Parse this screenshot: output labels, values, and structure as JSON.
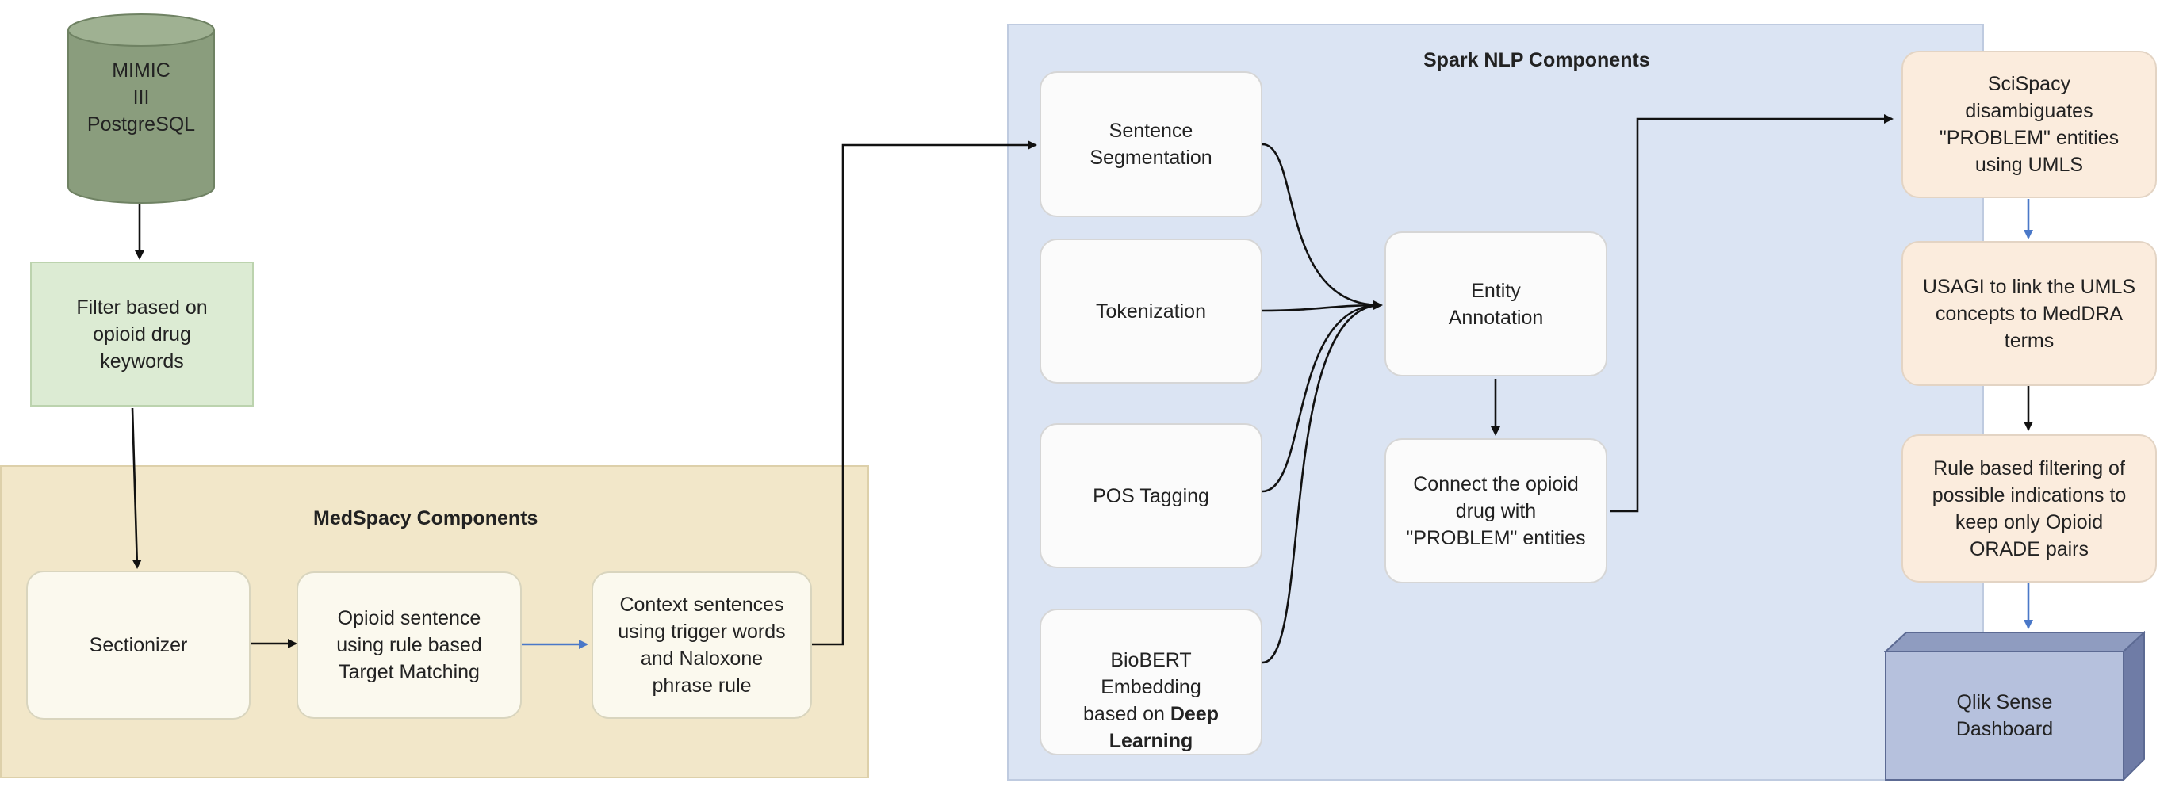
{
  "colors": {
    "medspacy_panel": "#f2e7c9",
    "sparknlp_panel": "#dbe4f3",
    "database": "#8a9d7d",
    "filter_box": "#dcebd3",
    "peach_box": "#fbecdd",
    "dashboard_box": "#b6c1dd",
    "black_arrow": "#111111",
    "blue_arrow": "#4a78c8"
  },
  "database": {
    "icon": "database-cylinder-icon",
    "label": "MIMIC\nIII\nPostgreSQL"
  },
  "filter": {
    "label": "Filter based on\nopioid drug\nkeywords"
  },
  "medspacy": {
    "title": "MedSpacy Components",
    "sectionizer": "Sectionizer",
    "opioid_sentence": "Opioid sentence\nusing rule based\nTarget Matching",
    "context_sentences": "Context sentences\nusing trigger words\nand Naloxone\nphrase rule"
  },
  "spark": {
    "title": "Spark NLP Components",
    "sentence_segmentation": "Sentence\nSegmentation",
    "tokenization": "Tokenization",
    "pos_tagging": "POS Tagging",
    "biobert_part1": "BioBERT\nEmbedding\nbased on ",
    "biobert_bold": "Deep\nLearning",
    "entity_annotation": "Entity\nAnnotation",
    "connect": "Connect the opioid\ndrug with\n\"PROBLEM\" entities"
  },
  "pipeline": {
    "scispacy": "SciSpacy\ndisambiguates\n\"PROBLEM\" entities\nusing UMLS",
    "usagi": "USAGI to link the UMLS\nconcepts to MedDRA\nterms",
    "rule_filter": "Rule based filtering of\npossible indications to\nkeep only Opioid\nORADE pairs",
    "dashboard": "Qlik Sense\nDashboard",
    "dashboard_icon": "3d-block-icon"
  }
}
